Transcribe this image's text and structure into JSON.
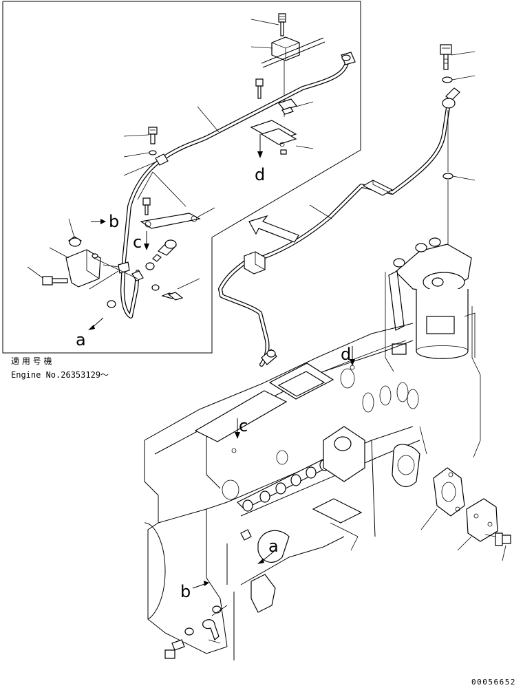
{
  "applicability": {
    "label": "適 用 号 機",
    "engine_no": "Engine No.26353129～"
  },
  "view_letters": {
    "a_inset": "a",
    "b_inset": "b",
    "c_inset": "c",
    "d_inset": "d",
    "a_main": "a",
    "b_main": "b",
    "c_main": "c",
    "d_main": "d"
  },
  "document_number": "00056652"
}
